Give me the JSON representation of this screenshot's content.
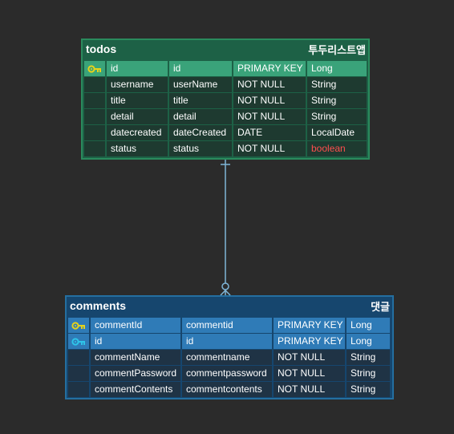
{
  "entities": [
    {
      "name": "todos",
      "alias": "투두리스트앱",
      "theme": "green",
      "columns": [
        {
          "name": "id",
          "field": "id",
          "constraint": "PRIMARY KEY",
          "type": "Long",
          "key": "primary",
          "highlight": true
        },
        {
          "name": "username",
          "field": "userName",
          "constraint": "NOT NULL",
          "type": "String"
        },
        {
          "name": "title",
          "field": "title",
          "constraint": "NOT NULL",
          "type": "String"
        },
        {
          "name": "detail",
          "field": "detail",
          "constraint": "NOT NULL",
          "type": "String"
        },
        {
          "name": "datecreated",
          "field": "dateCreated",
          "constraint": "DATE",
          "type": "LocalDate"
        },
        {
          "name": "status",
          "field": "status",
          "constraint": "NOT NULL",
          "type": "boolean",
          "type_color": "#ff4e4e"
        }
      ]
    },
    {
      "name": "comments",
      "alias": "댓글",
      "theme": "blue",
      "columns": [
        {
          "name": "commentId",
          "field": "commentid",
          "constraint": "PRIMARY KEY",
          "type": "Long",
          "key": "primary",
          "highlight": true
        },
        {
          "name": "id",
          "field": "id",
          "constraint": "PRIMARY KEY",
          "type": "Long",
          "key": "foreign",
          "highlight": true
        },
        {
          "name": "commentName",
          "field": "commentname",
          "constraint": "NOT NULL",
          "type": "String"
        },
        {
          "name": "commentPassword",
          "field": "commentpassword",
          "constraint": "NOT NULL",
          "type": "String"
        },
        {
          "name": "commentContents",
          "field": "commentcontents",
          "constraint": "NOT NULL",
          "type": "String"
        }
      ]
    }
  ],
  "relationship": {
    "from": "todos",
    "to": "comments",
    "from_cardinality": "one",
    "to_cardinality": "zero-or-many"
  },
  "colors": {
    "background": "#2b2b2b",
    "primary_key_icon": "#e6d21a",
    "foreign_key_icon": "#2ec4e8",
    "connector": "#7fb6d8"
  }
}
